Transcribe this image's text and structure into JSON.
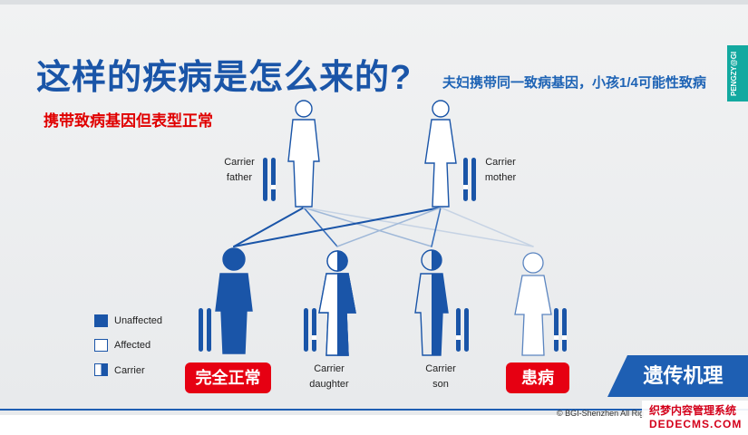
{
  "title": "这样的疾病是怎么来的?",
  "subtitle": "夫妇携带同一致病基因，小孩1/4可能性致病",
  "note": "携带致病基因但表型正常",
  "brand_tab": "PENGZY@GI",
  "parents": [
    {
      "label": "Carrier\nfather",
      "type": "carrier"
    },
    {
      "label": "Carrier\nmother",
      "type": "carrier"
    }
  ],
  "children": [
    {
      "label": "完全正常",
      "style": "badge",
      "type": "unaffected"
    },
    {
      "label": "Carrier\ndaughter",
      "style": "text",
      "type": "carrier"
    },
    {
      "label": "Carrier\nson",
      "style": "text",
      "type": "carrier"
    },
    {
      "label": "患病",
      "style": "badge",
      "type": "affected"
    }
  ],
  "legend": [
    {
      "label": "Unaffected",
      "type": "unaffected"
    },
    {
      "label": "Affected",
      "type": "affected"
    },
    {
      "label": "Carrier",
      "type": "carrier"
    }
  ],
  "mechanism_label": "遗传机理",
  "footer": "© BGI-Shenzhen All Rig",
  "watermark": {
    "line1": "织梦内容管理系统",
    "line2": "DEDECMS.COM"
  },
  "colors": {
    "blue": "#1a55a8",
    "red": "#e60012",
    "teal": "#13a9a0"
  }
}
